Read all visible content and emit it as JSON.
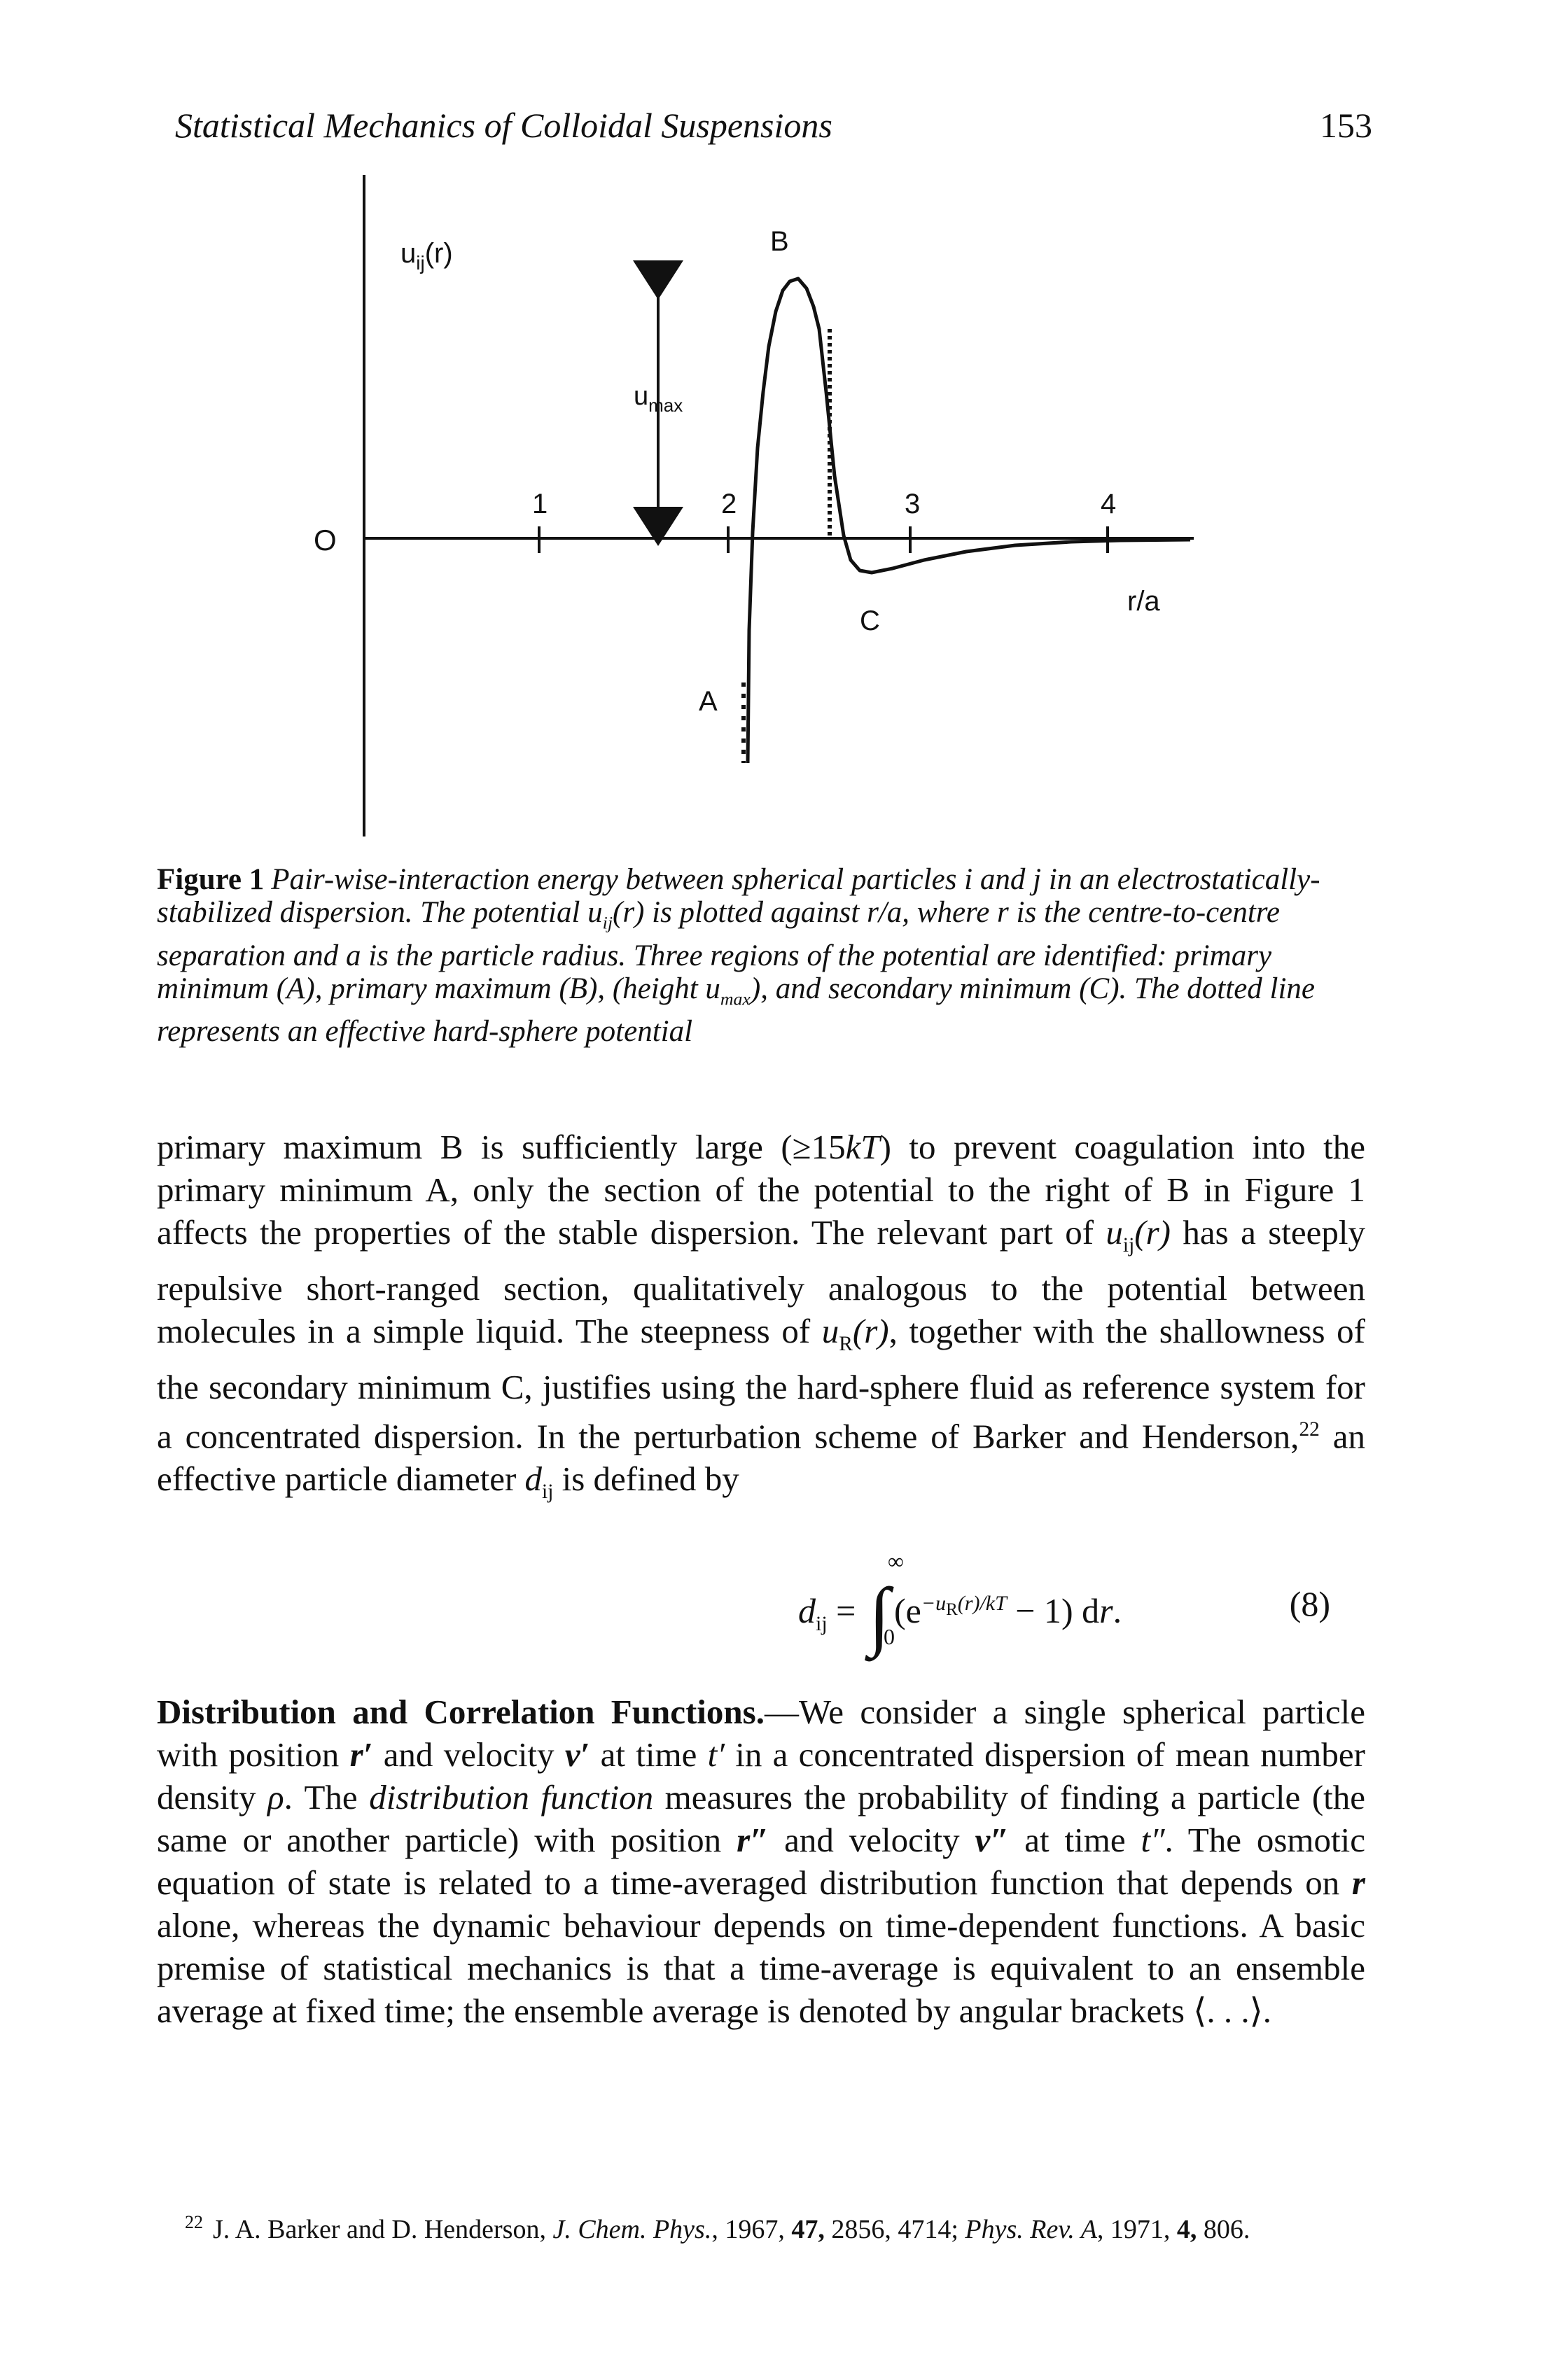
{
  "running_head": {
    "title": "Statistical Mechanics of Colloidal Suspensions",
    "page_number": "153"
  },
  "figure": {
    "y_label": "u",
    "y_label_sub": "ij",
    "y_label_arg": "(r)",
    "x_label": "r/a",
    "origin_label": "O",
    "umax_label": "u",
    "umax_sub": "max",
    "ticks": [
      "1",
      "2",
      "3",
      "4"
    ],
    "point_labels": {
      "a": "A",
      "b": "B",
      "c": "C"
    }
  },
  "caption": {
    "label": "Figure 1",
    "t1": "Pair-wise-interaction energy between spherical particles i and j in an electrostatically-stabilized dispersion. The potential u",
    "t1_sub": "ij",
    "t2": "(r) is plotted against r/a, where r is the centre-to-centre separation and a is the particle radius. Three regions of the potential are identified: primary minimum (A), primary maximum (B), (height u",
    "t2_sub": "max",
    "t3": "), and secondary minimum (C). The dotted line represents an effective hard-sphere potential"
  },
  "para1": {
    "t1": "primary maximum B is sufficiently large (≥15",
    "kT": "kT",
    "t2": ") to prevent coagulation into the primary minimum A, only the section of the potential to the right of B in Figure 1 affects the properties of the stable dispersion. The relevant part of ",
    "u": "u",
    "u_sub": "ij",
    "r_arg": "(r)",
    "t3": " has a steeply repulsive short-ranged section, qualitatively analogous to the potential between molecules in a simple liquid. The steepness of ",
    "uR": "u",
    "uR_sub": "R",
    "uR_arg": "(r)",
    "t4": ", together with the shallowness of the secondary minimum C, justifies using the hard-sphere fluid as reference system for a concentrated dispersion. In the perturbation scheme of Barker and Henderson,",
    "ref": "22",
    "t5": " an effective particle diameter ",
    "d": "d",
    "d_sub": "ij",
    "t6": " is defined by"
  },
  "equation": {
    "lhs": "d",
    "lhs_sub": "ij",
    "eq": " = ",
    "integral": "∫",
    "upper": "∞",
    "lower": "0",
    "open": "(e",
    "exponent": "−u",
    "exponent_sub": "R",
    "exponent_rest": "(r)/kT",
    "rest": " − 1) d",
    "r": "r",
    "dot": ".",
    "number": "(8)"
  },
  "para2": {
    "heading": "Distribution and Correlation Functions.",
    "t1": "—We consider a single spherical particle with position ",
    "r1": "r′",
    "t2": " and velocity ",
    "v1": "v′",
    "t3": " at time ",
    "tp": "t′",
    "t4": " in a concentrated dispersion of mean number density ",
    "rho": "ρ",
    "t5": ". The ",
    "df": "distribution function",
    "t6": " measures the probability of finding a particle (the same or another particle) with position ",
    "r2": "r″",
    "t7": " and velocity ",
    "v2": "v″",
    "t8": " at time ",
    "tpp": "t″",
    "t9": ". The osmotic equation of state is related to a time-averaged distribution function that depends on ",
    "r3": "r",
    "t10": " alone, whereas the dynamic behaviour depends on time-dependent functions. A basic premise of statistical mechanics is that a time-average is equivalent to an ensemble average at fixed time; the ensemble average is denoted by angular brackets ⟨. . .⟩."
  },
  "footnote": {
    "mark": "22",
    "t1": "J. A. Barker and D. Henderson, ",
    "j1": "J. Chem. Phys.",
    "t2": ", 1967, ",
    "v1": "47,",
    "t3": " 2856, 4714; ",
    "j2": "Phys. Rev. A",
    "t4": ", 1971, ",
    "v2": "4,",
    "t5": " 806."
  }
}
